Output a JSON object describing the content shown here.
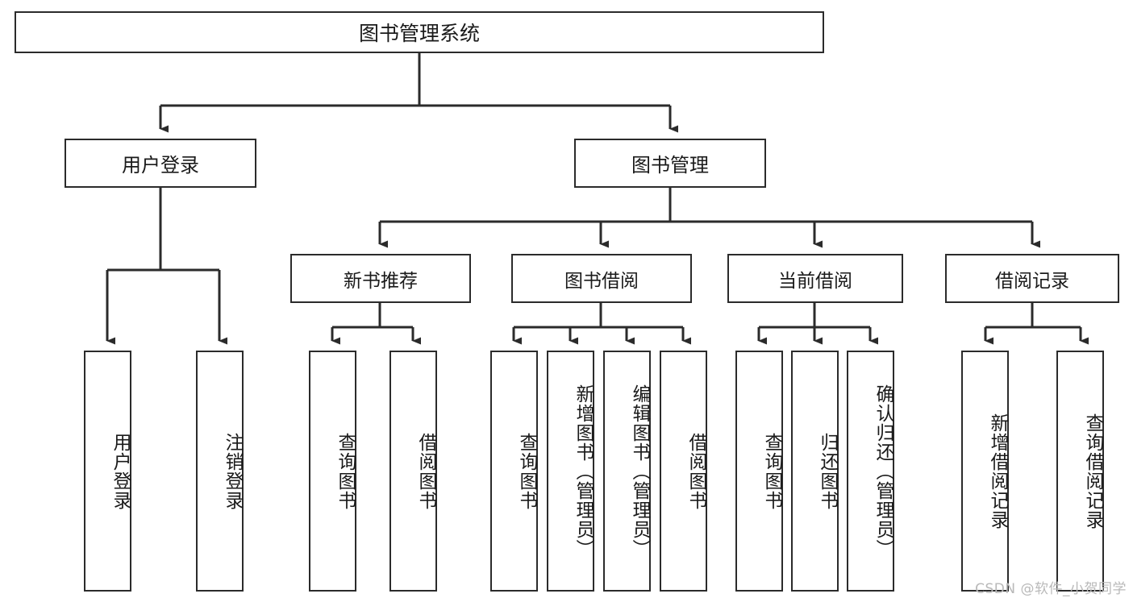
{
  "diagram": {
    "title": "图书管理系统",
    "type": "tree",
    "watermark": "CSDN @软件_小贺同学",
    "colors": {
      "box_border": "#2b2b2b",
      "box_fill": "#ffffff",
      "edge": "#2b2b2b",
      "text": "#1a1a1a",
      "watermark": "#b9b9b9"
    },
    "nodes": {
      "root": {
        "label": "图书管理系统"
      },
      "level1": [
        {
          "id": "user-login",
          "label": "用户登录"
        },
        {
          "id": "book-manage",
          "label": "图书管理"
        }
      ],
      "level2": [
        {
          "id": "new-book-recommend",
          "label": "新书推荐"
        },
        {
          "id": "book-borrow",
          "label": "图书借阅"
        },
        {
          "id": "current-borrow",
          "label": "当前借阅"
        },
        {
          "id": "borrow-record",
          "label": "借阅记录"
        }
      ],
      "leaves": {
        "user-login": [
          {
            "id": "leaf-user-login",
            "label": "用户登录"
          },
          {
            "id": "leaf-logout-login",
            "label": "注销登录"
          }
        ],
        "new-book-recommend": [
          {
            "id": "leaf-query-book-1",
            "label": "查询图书"
          },
          {
            "id": "leaf-borrow-book-1",
            "label": "借阅图书"
          }
        ],
        "book-borrow": [
          {
            "id": "leaf-query-book-2",
            "label": "查询图书"
          },
          {
            "id": "leaf-add-book-admin",
            "label": "新增图书（管理员）"
          },
          {
            "id": "leaf-edit-book-admin",
            "label": "编辑图书（管理员）"
          },
          {
            "id": "leaf-borrow-book-2",
            "label": "借阅图书"
          }
        ],
        "current-borrow": [
          {
            "id": "leaf-query-book-3",
            "label": "查询图书"
          },
          {
            "id": "leaf-return-book",
            "label": "归还图书"
          },
          {
            "id": "leaf-confirm-return-admin",
            "label": "确认归还（管理员）"
          }
        ],
        "borrow-record": [
          {
            "id": "leaf-add-borrow-record",
            "label": "新增借阅记录"
          },
          {
            "id": "leaf-query-borrow-record",
            "label": "查询借阅记录"
          }
        ]
      }
    }
  }
}
